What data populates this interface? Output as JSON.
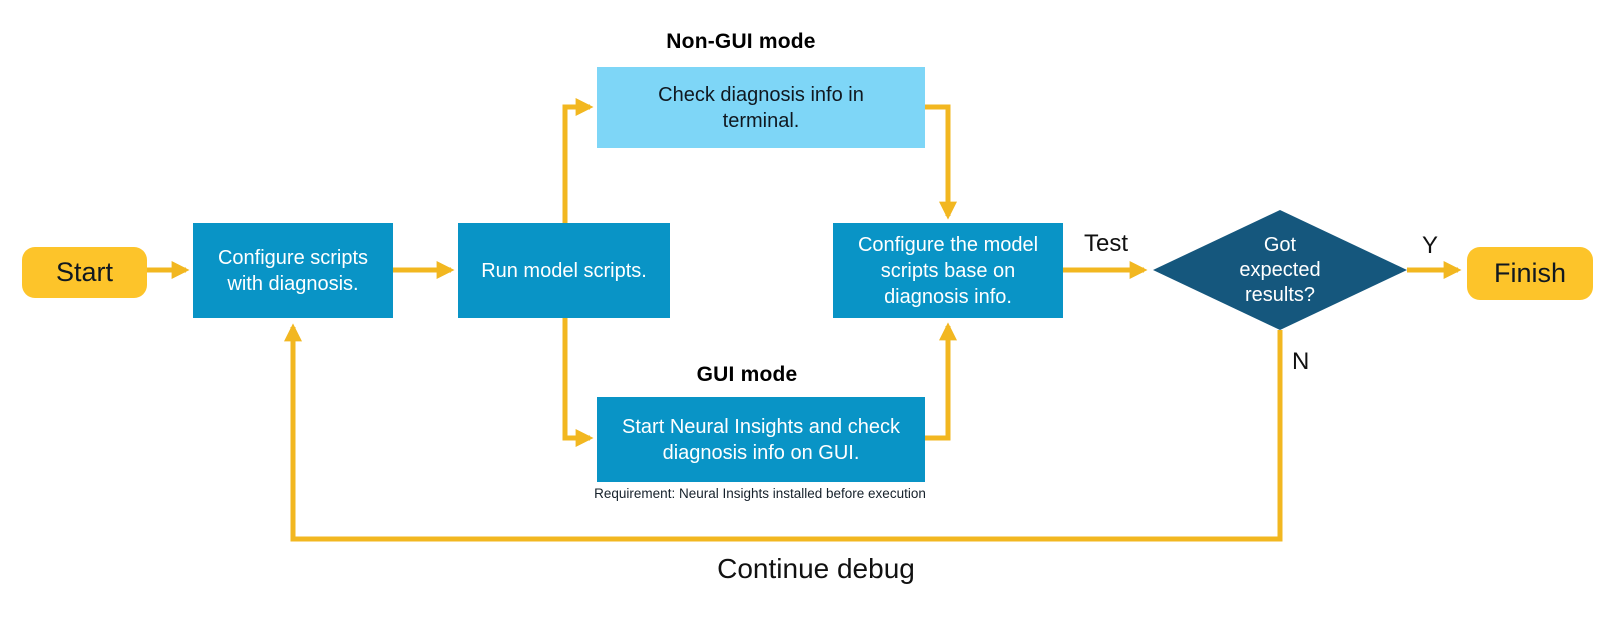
{
  "colors": {
    "yellow": "#FDC42A",
    "arrow": "#F2B720",
    "blue": "#0994C6",
    "light_blue": "#7ED6F7",
    "dark_blue": "#15577D",
    "text_dark": "#101820",
    "text_light": "#FFFFFF"
  },
  "headings": {
    "non_gui_mode": "Non-GUI mode",
    "gui_mode": "GUI mode"
  },
  "nodes": {
    "start": {
      "label": "Start"
    },
    "configure_scripts": {
      "label": "Configure scripts with diagnosis."
    },
    "run_model": {
      "label": "Run model scripts."
    },
    "check_terminal": {
      "label": "Check diagnosis info in terminal."
    },
    "start_neural_insights": {
      "label": "Start Neural Insights and check diagnosis info on GUI."
    },
    "configure_model": {
      "label": "Configure the model scripts base on diagnosis info."
    },
    "decision": {
      "label": "Got expected results?"
    },
    "finish": {
      "label": "Finish"
    }
  },
  "edge_labels": {
    "test": "Test",
    "yes": "Y",
    "no": "N",
    "continue_debug": "Continue debug"
  },
  "notes": {
    "requirement": "Requirement: Neural Insights installed before execution"
  }
}
